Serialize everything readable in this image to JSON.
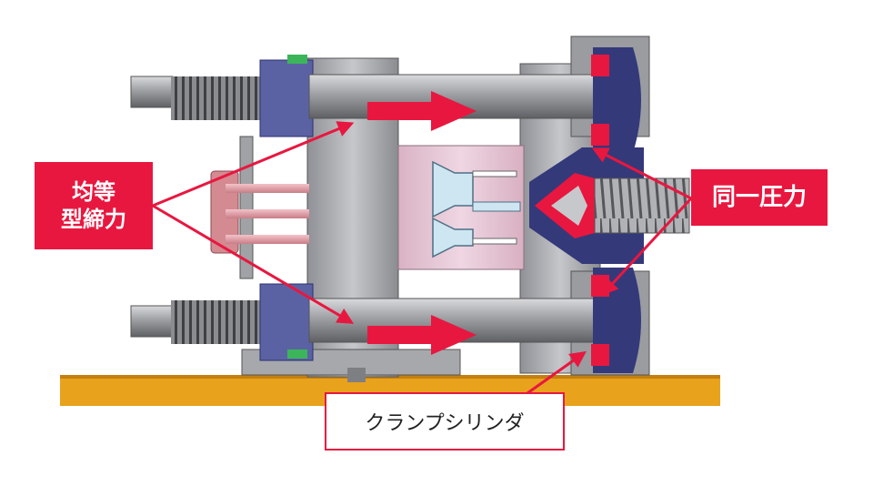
{
  "labels": {
    "left_line1": "均等",
    "left_line2": "型締力",
    "right": "同一圧力",
    "bottom": "クランプシリンダ"
  },
  "colors": {
    "accent": "#e8173f",
    "base": "#e8a21c",
    "metal": "#a4a6aa",
    "mold": "#e9c9d7",
    "navy": "#34397a"
  }
}
